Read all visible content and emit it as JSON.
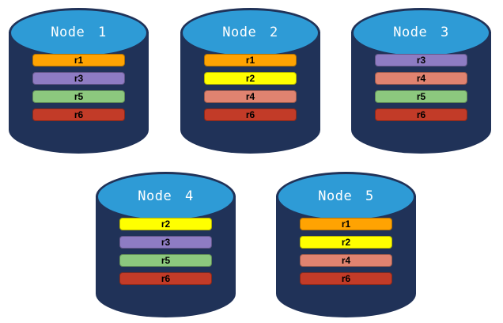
{
  "palette": {
    "cylinder_body": "#203258",
    "cylinder_top": "#2E9BD6",
    "node_label_color": "#FFFFFF",
    "bar_text_color": "#000000"
  },
  "replica_colors": {
    "r1": "#FFA302",
    "r2": "#FFFF00",
    "r3": "#8E7CC3",
    "r4": "#E08370",
    "r5": "#8CC87E",
    "r6": "#C23B28"
  },
  "nodes": [
    {
      "label": "Node 1",
      "replicas": [
        "r1",
        "r3",
        "r5",
        "r6"
      ]
    },
    {
      "label": "Node 2",
      "replicas": [
        "r1",
        "r2",
        "r4",
        "r6"
      ]
    },
    {
      "label": "Node 3",
      "replicas": [
        "r3",
        "r4",
        "r5",
        "r6"
      ]
    },
    {
      "label": "Node 4",
      "replicas": [
        "r2",
        "r3",
        "r5",
        "r6"
      ]
    },
    {
      "label": "Node 5",
      "replicas": [
        "r1",
        "r2",
        "r4",
        "r6"
      ]
    }
  ]
}
